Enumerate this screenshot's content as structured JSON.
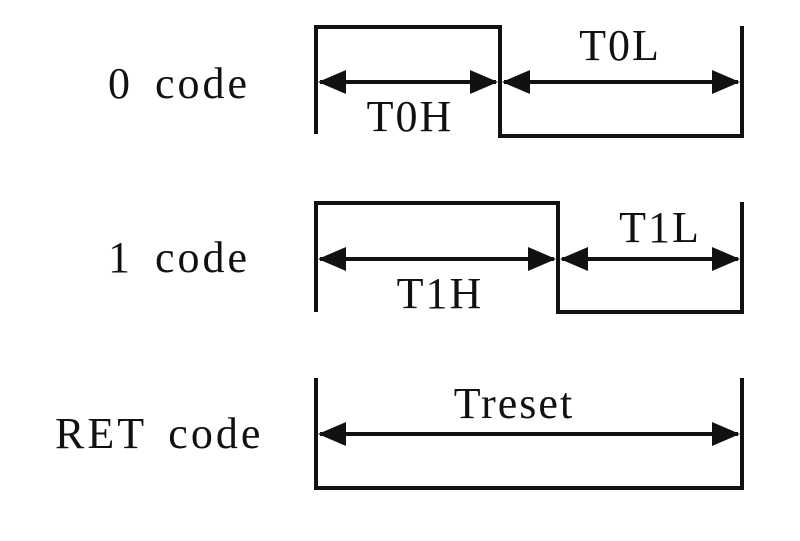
{
  "rows": [
    {
      "label": "0 code",
      "high_label": "T0H",
      "low_label": "T0L"
    },
    {
      "label": "1 code",
      "high_label": "T1H",
      "low_label": "T1L"
    },
    {
      "label": "RET code",
      "span_label": "Treset"
    }
  ]
}
